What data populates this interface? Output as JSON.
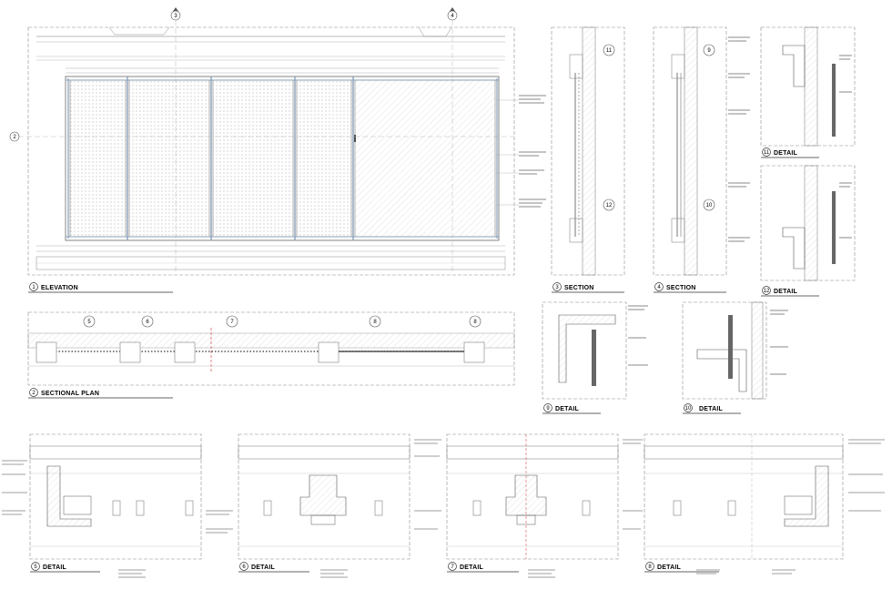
{
  "views": [
    {
      "id": "elevation",
      "number": "1",
      "title": "ELEVATION"
    },
    {
      "id": "section3",
      "number": "3",
      "title": "SECTION"
    },
    {
      "id": "section4",
      "number": "4",
      "title": "SECTION"
    },
    {
      "id": "detail11",
      "number": "11",
      "title": "DETAIL"
    },
    {
      "id": "detail12",
      "number": "12",
      "title": "DETAIL"
    },
    {
      "id": "sectional-plan",
      "number": "2",
      "title": "SECTIONAL PLAN"
    },
    {
      "id": "detail9",
      "number": "9",
      "title": "DETAIL"
    },
    {
      "id": "detail10",
      "number": "10",
      "title": "DETAIL"
    },
    {
      "id": "detail5",
      "number": "5",
      "title": "DETAIL"
    },
    {
      "id": "detail6",
      "number": "6",
      "title": "DETAIL"
    },
    {
      "id": "detail7",
      "number": "7",
      "title": "DETAIL"
    },
    {
      "id": "detail8",
      "number": "8",
      "title": "DETAIL"
    }
  ],
  "callouts": {
    "elevation_top": [
      "3",
      "4"
    ],
    "elevation_side": "2",
    "plan": [
      "5",
      "6",
      "7",
      "8",
      "8"
    ],
    "section3": [
      "11",
      "12"
    ],
    "section4": [
      "9",
      "10"
    ]
  },
  "colors": {
    "line": "#555555",
    "light": "#9a9a9a",
    "dash": "#8c8c8c",
    "accent": "#d12a2a",
    "dark": "#333333"
  }
}
